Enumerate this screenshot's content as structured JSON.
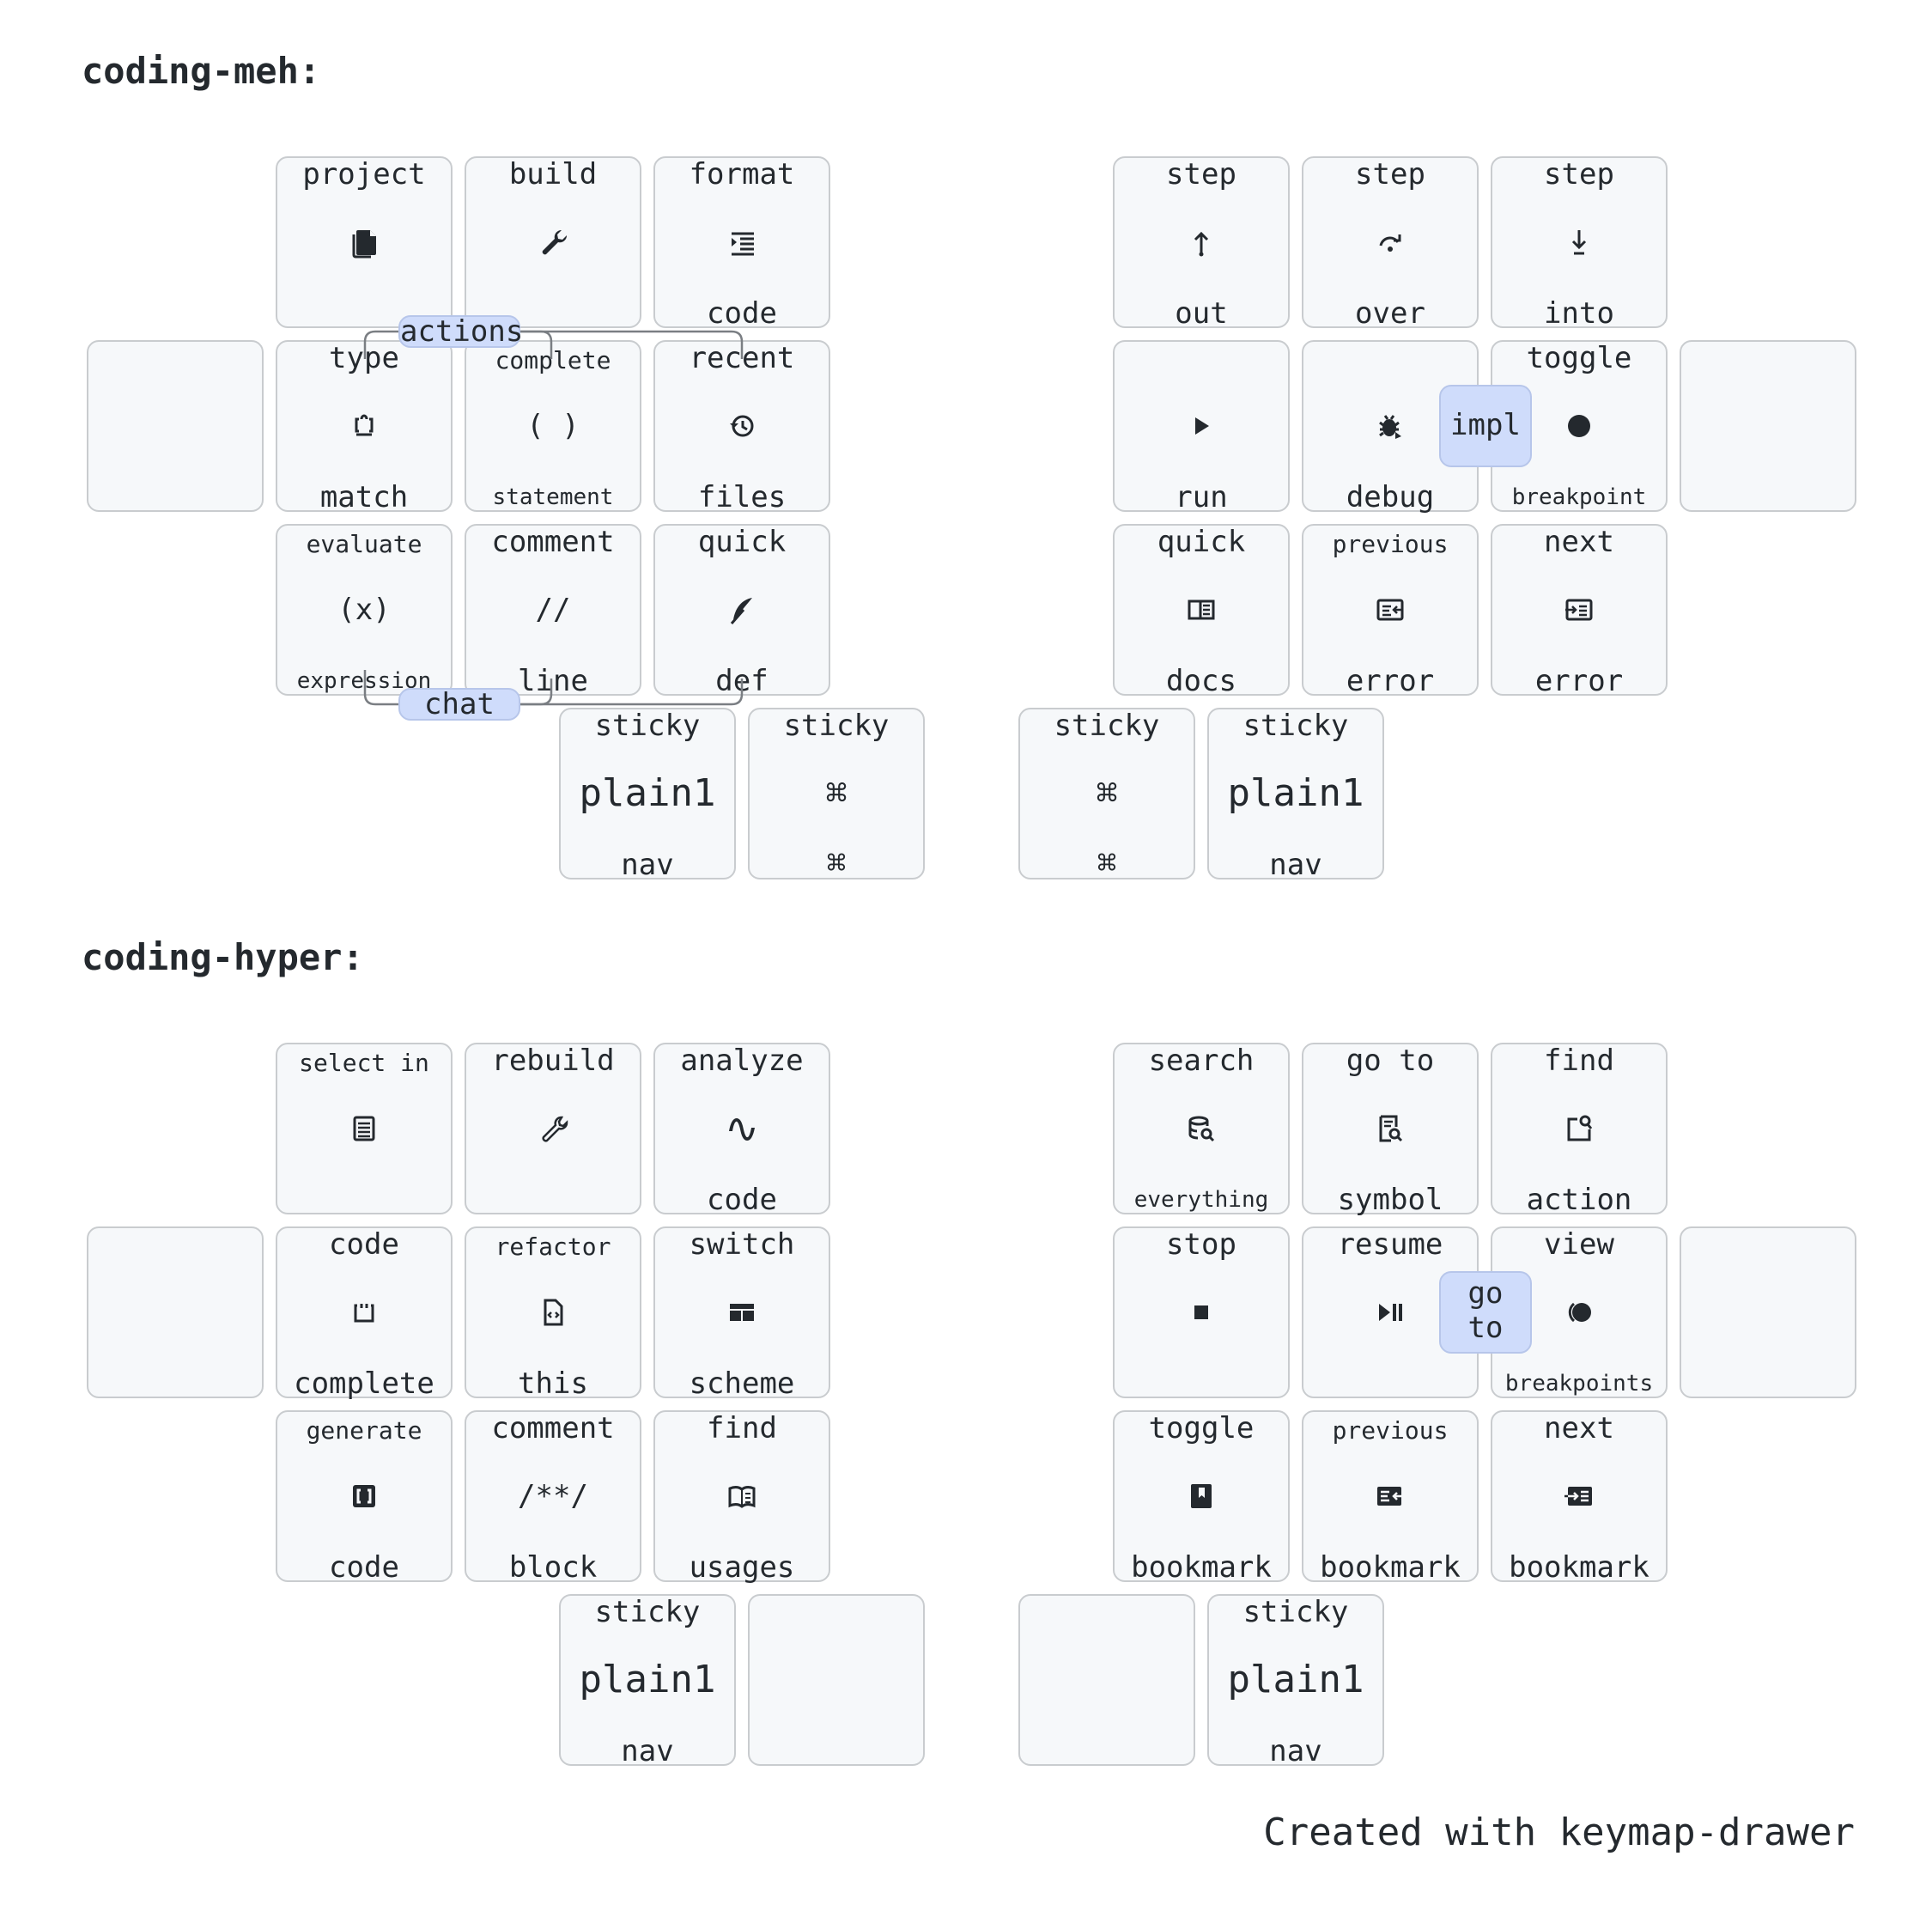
{
  "footer": "Created with keymap-drawer",
  "layers": [
    {
      "title": "coding-meh:",
      "keys": {
        "L0": {
          "t": "project",
          "icon": "doc-filled-icon"
        },
        "L1": {
          "t": "build",
          "icon": "wrench-filled-icon"
        },
        "L2": {
          "t": "format",
          "icon": "format-indent-icon",
          "b": "code"
        },
        "L3": {},
        "L4": {
          "t": "type",
          "icon": "braces-icon",
          "b": "match"
        },
        "L5": {
          "t": "complete",
          "c": "( )",
          "b": "statement"
        },
        "L6": {
          "t": "recent",
          "icon": "history-icon",
          "b": "files"
        },
        "L7": {
          "t": "evaluate",
          "c": "(x)",
          "b": "expression"
        },
        "L8": {
          "t": "comment",
          "c": "//",
          "b": "line"
        },
        "L9": {
          "t": "quick",
          "icon": "feather-icon",
          "b": "def"
        },
        "T0": {
          "t": "sticky",
          "c": "plain1",
          "b": "nav"
        },
        "T1": {
          "t": "sticky",
          "c": "⌘",
          "b": "⌘"
        },
        "R0": {
          "t": "step",
          "icon": "arrow-up-icon",
          "b": "out"
        },
        "R1": {
          "t": "step",
          "icon": "step-over-icon",
          "b": "over"
        },
        "R2": {
          "t": "step",
          "icon": "arrow-down-icon",
          "b": "into"
        },
        "R3": {
          "icon": "play-icon",
          "b": "run"
        },
        "R4": {
          "icon": "bug-icon",
          "b": "debug"
        },
        "R5": {
          "t": "toggle",
          "icon": "circle-icon",
          "b": "breakpoint"
        },
        "R6": {},
        "R7": {
          "t": "quick",
          "icon": "docs-icon",
          "b": "docs"
        },
        "R8": {
          "t": "previous",
          "icon": "prev-error-icon",
          "b": "error"
        },
        "R9": {
          "t": "next",
          "icon": "next-error-icon",
          "b": "error"
        },
        "T2": {
          "t": "sticky",
          "c": "⌘",
          "b": "⌘"
        },
        "T3": {
          "t": "sticky",
          "c": "plain1",
          "b": "nav"
        }
      },
      "combos": [
        {
          "label": "actions"
        },
        {
          "label": "chat"
        },
        {
          "label": "impl"
        }
      ]
    },
    {
      "title": "coding-hyper:",
      "keys": {
        "L0": {
          "t": "select in",
          "icon": "select-in-icon"
        },
        "L1": {
          "t": "rebuild",
          "icon": "wrench-outline-icon"
        },
        "L2": {
          "t": "analyze",
          "c": "∿",
          "b": "code"
        },
        "L3": {},
        "L4": {
          "t": "code",
          "icon": "code-complete-icon",
          "b": "complete"
        },
        "L5": {
          "t": "refactor",
          "icon": "file-code-icon",
          "b": "this"
        },
        "L6": {
          "t": "switch",
          "icon": "scheme-icon",
          "b": "scheme"
        },
        "L7": {
          "t": "generate",
          "icon": "generate-icon",
          "b": "code"
        },
        "L8": {
          "t": "comment",
          "c": "/**/",
          "b": "block"
        },
        "L9": {
          "t": "find",
          "icon": "book-icon",
          "b": "usages"
        },
        "T0": {
          "t": "sticky",
          "c": "plain1",
          "b": "nav"
        },
        "T1": {},
        "R0": {
          "t": "search",
          "icon": "search-db-icon",
          "b": "everything"
        },
        "R1": {
          "t": "go to",
          "icon": "search-doc-icon",
          "b": "symbol"
        },
        "R2": {
          "t": "find",
          "icon": "find-action-icon",
          "b": "action"
        },
        "R3": {
          "t": "stop",
          "icon": "stop-icon"
        },
        "R4": {
          "t": "resume",
          "icon": "play-pause-icon"
        },
        "R5": {
          "t": "view",
          "icon": "breakpoints-icon",
          "b": "breakpoints"
        },
        "R6": {},
        "R7": {
          "t": "toggle",
          "icon": "bookmark-icon",
          "b": "bookmark"
        },
        "R8": {
          "t": "previous",
          "icon": "prev-bookmark-icon",
          "b": "bookmark"
        },
        "R9": {
          "t": "next",
          "icon": "next-bookmark-icon",
          "b": "bookmark"
        },
        "T2": {},
        "T3": {
          "t": "sticky",
          "c": "plain1",
          "b": "nav"
        }
      },
      "combos": [
        {
          "label": "go\nto"
        }
      ]
    }
  ]
}
